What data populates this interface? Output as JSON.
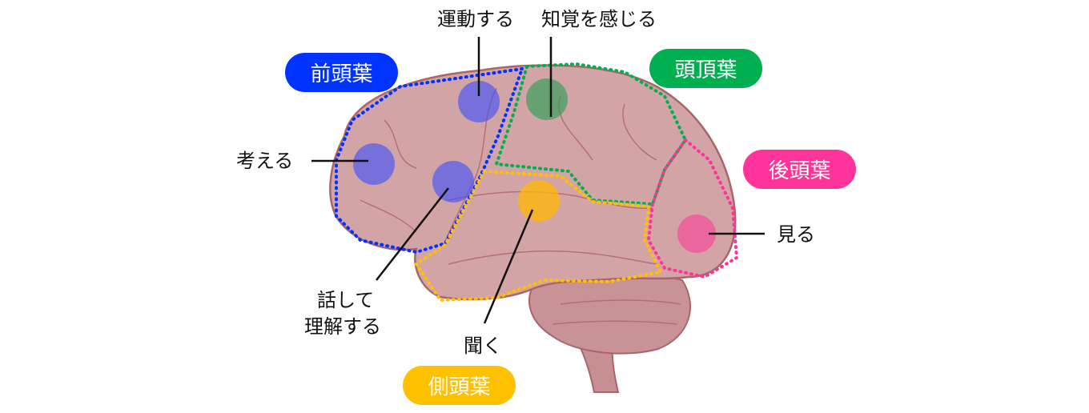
{
  "colors": {
    "frontal": "#0033ff",
    "parietal": "#00b050",
    "occipital": "#ff3399",
    "temporal": "#ffc000",
    "brain": "#d3a4a6",
    "brain_stroke": "#a9656b"
  },
  "lobes": {
    "frontal": "前頭葉",
    "parietal": "頭頂葉",
    "occipital": "後頭葉",
    "temporal": "側頭葉"
  },
  "functions": {
    "move": "運動する",
    "perceive": "知覚を感じる",
    "think": "考える",
    "speak_line1": "話して",
    "speak_line2": "理解する",
    "hear": "聞く",
    "see": "見る"
  }
}
